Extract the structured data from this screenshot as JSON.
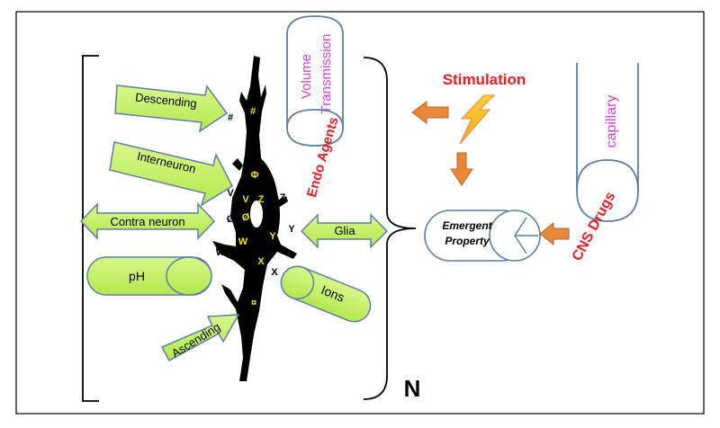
{
  "inputs": {
    "descending": "Descending",
    "interneuron": "Interneuron",
    "contra_neuron": "Contra neuron",
    "glia": "Glia",
    "ascending": "Ascending",
    "ph": "pH",
    "ions": "Ions"
  },
  "neuron_markers": {
    "hash_outer": "#",
    "hash_inner": "#",
    "phi": "Φ",
    "v_inner": "V",
    "z_inner": "Z",
    "oslash_inner": "Ø",
    "w_inner": "W",
    "y_inner": "Y",
    "x_inner": "X",
    "curr_inner": "¤",
    "v_outer": "V",
    "z_outer": "Z",
    "oslash_outer": "Ø",
    "y_outer": "Y",
    "w_outer": "W",
    "x_outer": "X",
    "curr_outer": "¤"
  },
  "volume_transmission": {
    "line1": "Volume",
    "line2": "Transmission",
    "endo_agents": "Endo Agents"
  },
  "stimulation": "Stimulation",
  "capillary": {
    "label": "capillary",
    "cns_drugs": "CNS Drugs"
  },
  "emergent": {
    "line1": "Emergent",
    "line2": "Property"
  },
  "network_label": "N",
  "colors": {
    "arrow_fill": "#c6f06a",
    "arrow_stroke": "#5b7fa8",
    "orange": "#e8873a",
    "magenta": "#e040c8",
    "red": "#ee1c24",
    "blue": "#5b7fa8",
    "marker_yellow": "#f2e20a",
    "neuron": "#000000"
  }
}
